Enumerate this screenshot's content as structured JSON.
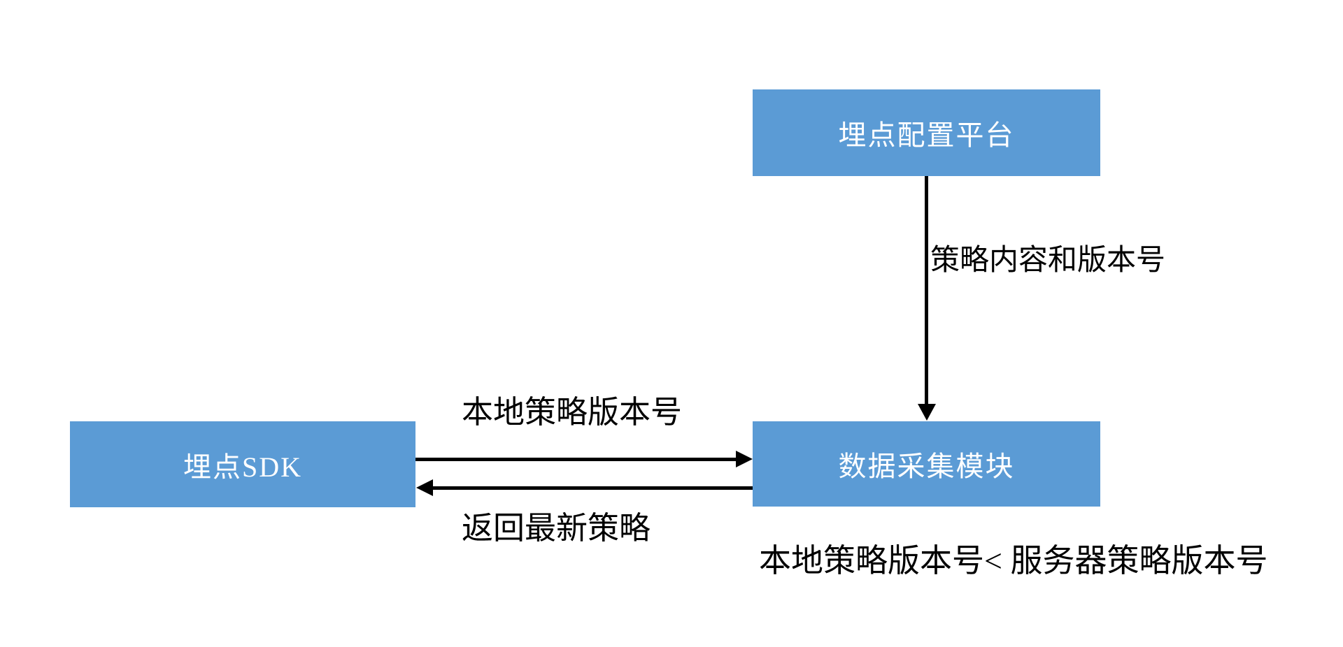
{
  "diagram": {
    "nodes": {
      "config_platform": {
        "label": "埋点配置平台"
      },
      "tracking_sdk": {
        "label": "埋点SDK"
      },
      "data_collection_module": {
        "label": "数据采集模块"
      }
    },
    "edges": {
      "config_to_collector": {
        "label": "策略内容和版本号",
        "direction": "down"
      },
      "sdk_to_collector": {
        "label": "本地策略版本号",
        "direction": "right"
      },
      "collector_to_sdk": {
        "label": "返回最新策略",
        "direction": "left"
      }
    },
    "annotation": "本地策略版本号< 服务器策略版本号"
  },
  "colors": {
    "node_fill": "#5b9bd5",
    "node_text": "#ffffff",
    "arrow": "#000000",
    "label_text": "#000000",
    "background": "#ffffff"
  }
}
